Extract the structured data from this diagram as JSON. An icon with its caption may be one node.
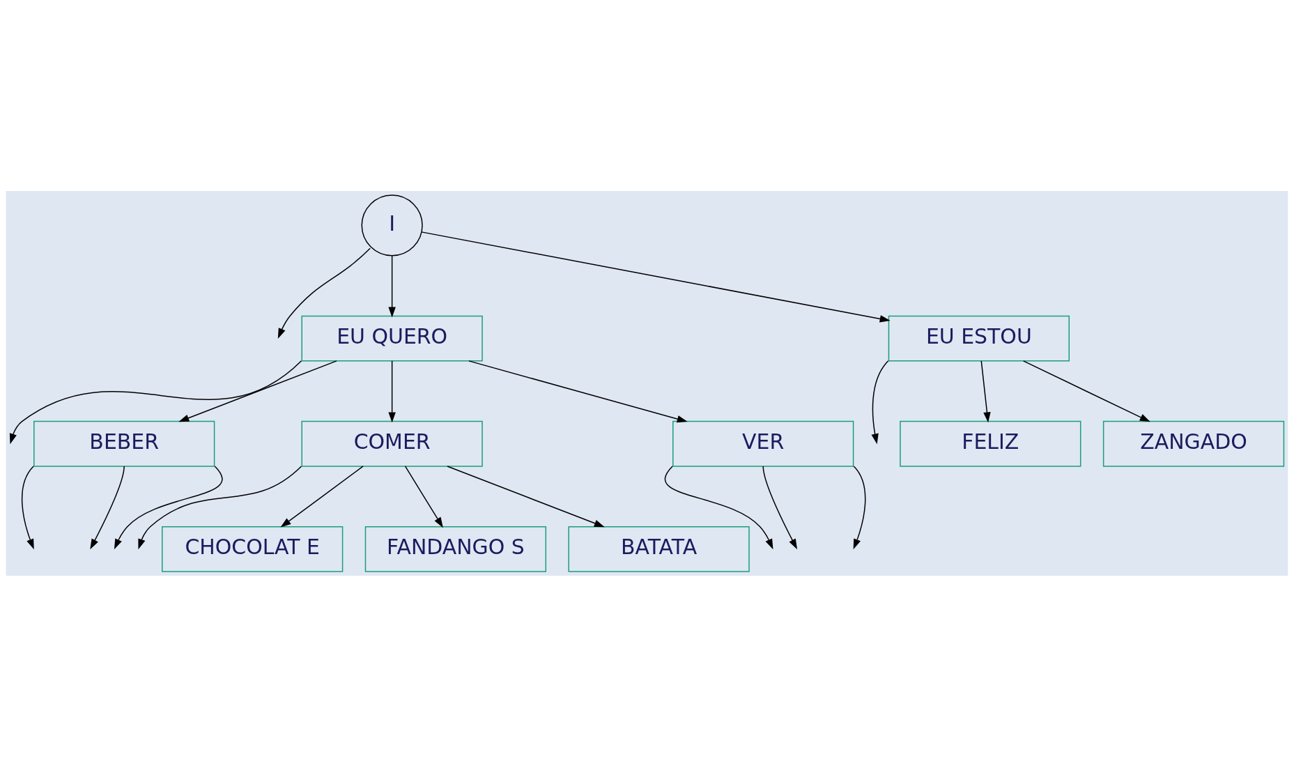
{
  "diagram": {
    "nodes": [
      {
        "text": [
          "I"
        ]
      },
      {
        "text": [
          "EU QUERO"
        ]
      },
      {
        "text": [
          "EU ESTOU"
        ]
      },
      {
        "text": [
          "BEBER"
        ]
      },
      {
        "text": [
          "COMER"
        ]
      },
      {
        "text": [
          "VER"
        ]
      },
      {
        "text": [
          "FELIZ"
        ]
      },
      {
        "text": [
          "ZANGADO"
        ]
      },
      {
        "text": [
          "CHOCOLAT E"
        ]
      },
      {
        "text": [
          "FANDANGO S"
        ]
      },
      {
        "text": [
          "BATATA"
        ]
      }
    ],
    "edges": [
      {
        "from": 0,
        "to": 1,
        "arrow": "to"
      },
      {
        "from": 0,
        "to": null,
        "arrow": "to"
      },
      {
        "from": 0,
        "to": 2,
        "arrow": "to"
      },
      {
        "from": 1,
        "to": 3,
        "arrow": "to"
      },
      {
        "from": 1,
        "to": 4,
        "arrow": "to"
      },
      {
        "from": 1,
        "to": null,
        "arrow": "to"
      },
      {
        "from": 1,
        "to": 5,
        "arrow": "to"
      },
      {
        "from": 2,
        "to": 6,
        "arrow": "to"
      },
      {
        "from": 2,
        "to": null,
        "arrow": "to"
      },
      {
        "from": 2,
        "to": 7,
        "arrow": "to"
      },
      {
        "from": 3,
        "to": null,
        "arrow": "to"
      },
      {
        "from": 3,
        "to": null,
        "arrow": "to"
      },
      {
        "from": 3,
        "to": null,
        "arrow": "to"
      },
      {
        "from": 4,
        "to": 8,
        "arrow": "to"
      },
      {
        "from": 4,
        "to": 9,
        "arrow": "to"
      },
      {
        "from": 4,
        "to": null,
        "arrow": "to"
      },
      {
        "from": 4,
        "to": 10,
        "arrow": "to"
      },
      {
        "from": 5,
        "to": null,
        "arrow": "to"
      },
      {
        "from": 5,
        "to": null,
        "arrow": "to"
      },
      {
        "from": 5,
        "to": null,
        "arrow": "to"
      }
    ]
  }
}
